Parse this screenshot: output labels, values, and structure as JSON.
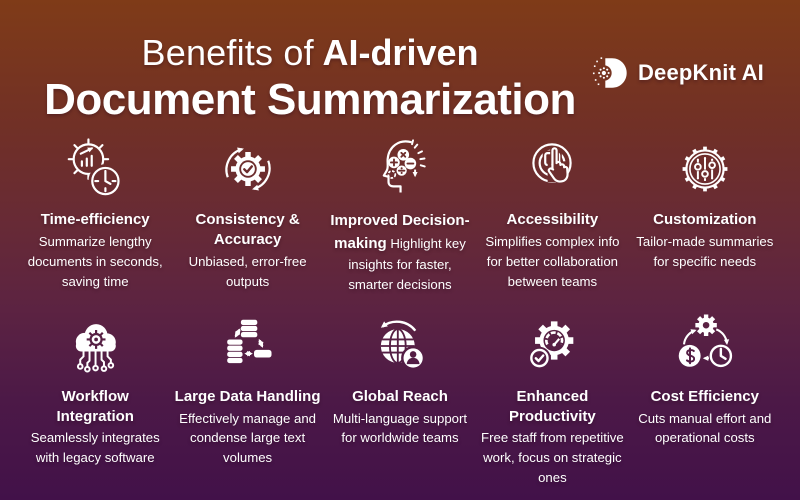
{
  "header": {
    "title_light": "Benefits of",
    "title_bold": "AI-driven",
    "title_line2": "Document Summarization",
    "brand_name": "DeepKnit AI"
  },
  "benefits": [
    {
      "icon": "gear-chart-clock-icon",
      "title": "Time-efficiency",
      "description": "Summarize lengthy documents in seconds, saving time"
    },
    {
      "icon": "gear-check-sync-icon",
      "title": "Consistency & Accuracy",
      "description": "Unbiased, error-free outputs"
    },
    {
      "icon": "head-gears-icon",
      "title": "Improved Decision-making",
      "description": "Highlight key insights for faster, smarter decisions"
    },
    {
      "icon": "touch-tap-icon",
      "title": "Accessibility",
      "description": "Simplifies complex info for better collaboration between teams"
    },
    {
      "icon": "gear-sliders-icon",
      "title": "Customization",
      "description": "Tailor-made summaries for specific needs"
    },
    {
      "icon": "cloud-gear-circuit-icon",
      "title": "Workflow Integration",
      "description": "Seamlessly integrates with legacy software"
    },
    {
      "icon": "database-sync-icon",
      "title": "Large Data Handling",
      "description": "Effectively manage and condense large text volumes"
    },
    {
      "icon": "globe-user-icon",
      "title": "Global Reach",
      "description": "Multi-language support for worldwide teams"
    },
    {
      "icon": "gear-gauge-check-icon",
      "title": "Enhanced Productivity",
      "description": "Free staff from repetitive work, focus on strategic ones"
    },
    {
      "icon": "money-time-cycle-icon",
      "title": "Cost Efficiency",
      "description": "Cuts manual effort and operational costs"
    }
  ],
  "colors": {
    "bg_top": "#7f3b18",
    "bg_mid": "#652a39",
    "bg_bottom": "#421149",
    "text": "#ffffff"
  }
}
